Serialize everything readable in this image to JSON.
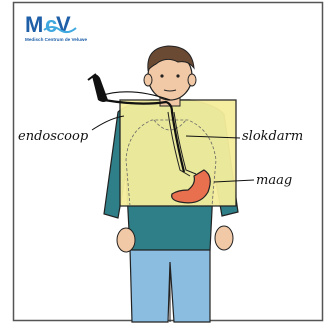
{
  "logo": {
    "mark": "MCV",
    "subtitle": "Medisch Centrum de Veluwe",
    "colors": {
      "dark": "#1f5fa8",
      "light": "#3fa9e0"
    }
  },
  "labels": {
    "endoscope": "endoscoop",
    "esophagus": "slokdarm",
    "stomach": "maag"
  },
  "colors": {
    "highlight_box": "#f5ee9c",
    "stomach": "#e9704f",
    "shirt": "#2f7f88",
    "pants": "#8bbde0",
    "skin": "#f2c9a6",
    "hair": "#6b4a34"
  }
}
